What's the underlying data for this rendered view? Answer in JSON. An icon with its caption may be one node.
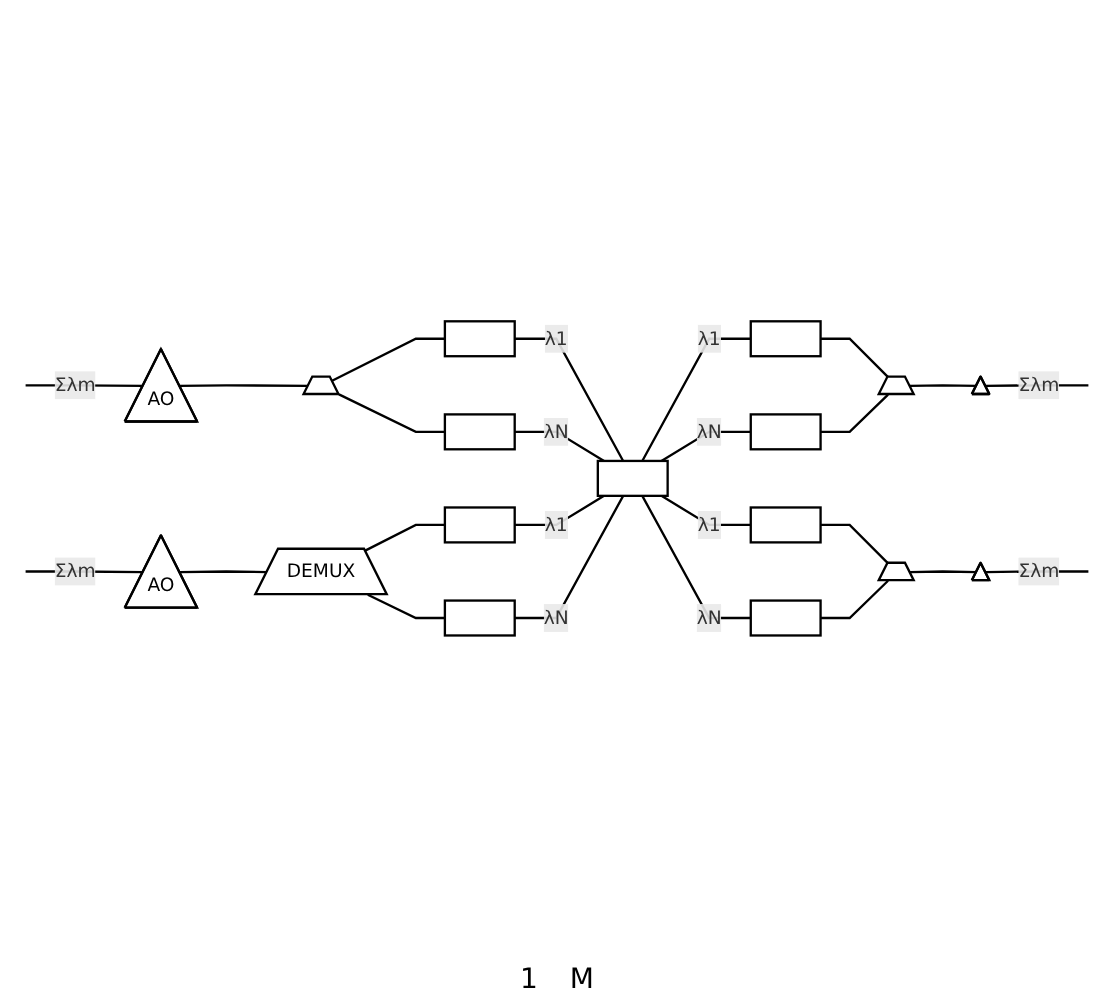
{
  "diagram": {
    "nodes": [
      {
        "text": [
          "AO"
        ]
      },
      {
        "text": [],
        "shape": "trapezoid"
      },
      {
        "text": [],
        "shape": "box"
      },
      {
        "text": [],
        "shape": "box"
      },
      {
        "text": [],
        "shape": "box"
      },
      {
        "text": [],
        "shape": "box"
      },
      {
        "text": [],
        "shape": "box"
      },
      {
        "text": [],
        "shape": "trapezoid"
      },
      {
        "text": [],
        "shape": "triangle"
      },
      {
        "text": [
          "AO"
        ]
      },
      {
        "text": [
          "DEMUX"
        ]
      },
      {
        "text": [],
        "shape": "box"
      },
      {
        "text": [],
        "shape": "box"
      },
      {
        "text": [],
        "shape": "box"
      },
      {
        "text": [],
        "shape": "box"
      },
      {
        "text": [],
        "shape": "trapezoid"
      },
      {
        "text": [],
        "shape": "triangle"
      }
    ],
    "edges": [
      {
        "from": null,
        "to": 0,
        "arrow": "none",
        "label": "Σλm"
      },
      {
        "from": 0,
        "to": 1,
        "arrow": "none"
      },
      {
        "from": 1,
        "to": 2,
        "arrow": "none"
      },
      {
        "from": 1,
        "to": 3,
        "arrow": "none"
      },
      {
        "from": 2,
        "to": 4,
        "arrow": "none",
        "label": "λ1"
      },
      {
        "from": 3,
        "to": 4,
        "arrow": "none",
        "label": "λN"
      },
      {
        "from": 4,
        "to": 5,
        "arrow": "none",
        "label": "λ1"
      },
      {
        "from": 4,
        "to": 6,
        "arrow": "none",
        "label": "λN"
      },
      {
        "from": 5,
        "to": 7,
        "arrow": "none"
      },
      {
        "from": 6,
        "to": 7,
        "arrow": "none"
      },
      {
        "from": 7,
        "to": 8,
        "arrow": "none"
      },
      {
        "from": 8,
        "to": null,
        "arrow": "none",
        "label": "Σλm"
      },
      {
        "from": null,
        "to": 9,
        "arrow": "none",
        "label": "Σλm"
      },
      {
        "from": 9,
        "to": 10,
        "arrow": "none"
      },
      {
        "from": 10,
        "to": 11,
        "arrow": "none"
      },
      {
        "from": 10,
        "to": 12,
        "arrow": "none"
      },
      {
        "from": 11,
        "to": 4,
        "arrow": "none",
        "label": "λ1"
      },
      {
        "from": 12,
        "to": 4,
        "arrow": "none",
        "label": "λN"
      },
      {
        "from": 4,
        "to": 13,
        "arrow": "none",
        "label": "λ1"
      },
      {
        "from": 4,
        "to": 14,
        "arrow": "none",
        "label": "λN"
      },
      {
        "from": 13,
        "to": 15,
        "arrow": "none"
      },
      {
        "from": 14,
        "to": 15,
        "arrow": "none"
      },
      {
        "from": 15,
        "to": 16,
        "arrow": "none"
      },
      {
        "from": 16,
        "to": null,
        "arrow": "none",
        "label": "Σλm"
      }
    ],
    "labels": [
      "1",
      "M"
    ]
  }
}
